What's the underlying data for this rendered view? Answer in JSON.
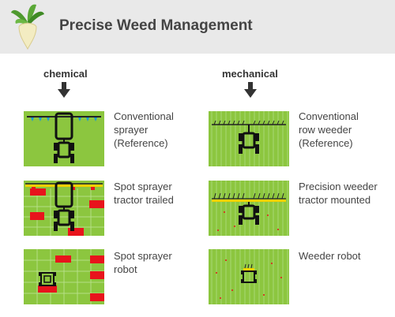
{
  "header": {
    "title": "Precise Weed Management",
    "logo_icon": "sugar-beet-icon"
  },
  "columns": [
    {
      "heading": "chemical",
      "arrow_icon": "down-arrow-icon",
      "items": [
        {
          "label": "Conventional\nsprayer\n(Reference)"
        },
        {
          "label": "Spot sprayer\ntractor trailed"
        },
        {
          "label": "Spot sprayer\nrobot"
        }
      ]
    },
    {
      "heading": "mechanical",
      "arrow_icon": "down-arrow-icon",
      "items": [
        {
          "label": "Conventional\nrow weeder\n(Reference)"
        },
        {
          "label": "Precision weeder\ntractor mounted"
        },
        {
          "label": "Weeder robot"
        }
      ]
    }
  ],
  "colors": {
    "field": "#8cc63f",
    "spot": "#e8141c",
    "nozzle": "#1a9ad6",
    "boom": "#f4d200",
    "header_bg": "#e9e9e9"
  }
}
